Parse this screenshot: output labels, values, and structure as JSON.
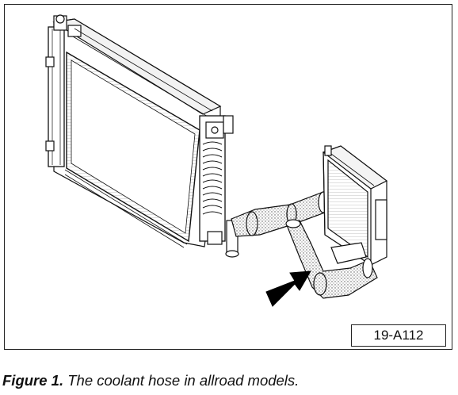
{
  "figure": {
    "reference_code": "19-A112",
    "caption_label": "Figure 1.",
    "caption_text": " The coolant hose in allroad models.",
    "illustration_icon": "radiator-and-coolant-hose-illustration",
    "arrow_icon": "pointer-arrow-icon"
  }
}
